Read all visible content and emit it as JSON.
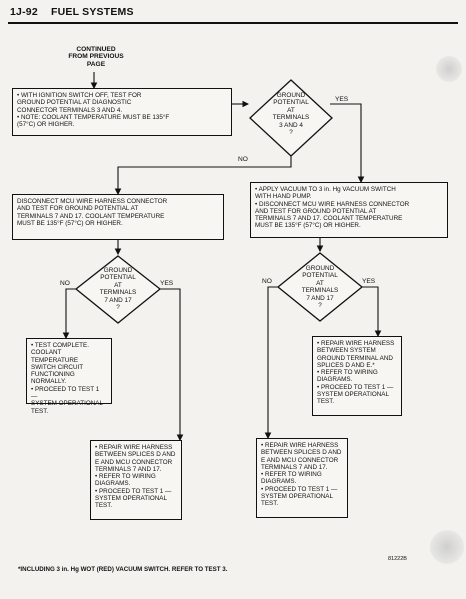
{
  "header": {
    "page_number": "1J-92",
    "section_title": "FUEL SYSTEMS"
  },
  "start": {
    "lines": [
      "CONTINUED",
      "FROM PREVIOUS",
      "PAGE"
    ]
  },
  "box1": {
    "lines": [
      "• WITH IGNITION SWITCH OFF, TEST FOR",
      "GROUND POTENTIAL AT DIAGNOSTIC",
      "CONNECTOR TERMINALS 3 AND 4.",
      "• NOTE: COOLANT TEMPERATURE MUST BE 135°F",
      "(57°C) OR HIGHER."
    ]
  },
  "decision1": {
    "lines": [
      "GROUND",
      "POTENTIAL",
      "AT",
      "TERMINALS",
      "3 AND 4",
      "?"
    ],
    "yes_label": "YES",
    "no_label": "NO"
  },
  "box_left2": {
    "lines": [
      "DISCONNECT MCU WIRE HARNESS CONNECTOR",
      "AND TEST FOR GROUND POTENTIAL AT",
      "TERMINALS 7 AND 17. COOLANT TEMPERATURE",
      "MUST BE 135°F (57°C) OR HIGHER."
    ]
  },
  "box_right2": {
    "lines": [
      "• APPLY VACUUM TO 3 in. Hg VACUUM SWITCH",
      "WITH HAND PUMP.",
      "• DISCONNECT MCU WIRE HARNESS CONNECTOR",
      "AND TEST FOR GROUND POTENTIAL AT",
      "TERMINALS 7 AND 17. COOLANT TEMPERATURE",
      "MUST BE 135°F (57°C) OR HIGHER."
    ]
  },
  "decision_left": {
    "lines": [
      "GROUND",
      "POTENTIAL",
      "AT",
      "TERMINALS",
      "7 AND 17",
      "?"
    ],
    "yes_label": "YES",
    "no_label": "NO"
  },
  "decision_right": {
    "lines": [
      "GROUND",
      "POTENTIAL",
      "AT",
      "TERMINALS",
      "7 AND 17",
      "?"
    ],
    "yes_label": "YES",
    "no_label": "NO"
  },
  "box_test_complete": {
    "lines": [
      "• TEST COMPLETE.",
      "COOLANT TEMPERATURE",
      "SWITCH CIRCUIT",
      "FUNCTIONING NORMALLY.",
      "• PROCEED TO TEST 1 —",
      "SYSTEM OPERATIONAL",
      "TEST."
    ]
  },
  "box_repair_right_yes": {
    "lines": [
      "• REPAIR WIRE HARNESS",
      "BETWEEN SYSTEM",
      "GROUND TERMINAL AND",
      "SPLICES D AND E.*",
      "• REFER TO WIRING",
      "DIAGRAMS.",
      "• PROCEED TO TEST 1 —",
      "SYSTEM OPERATIONAL",
      "TEST."
    ]
  },
  "box_repair_left_yes": {
    "lines": [
      "• REPAIR WIRE HARNESS",
      "BETWEEN SPLICES D AND",
      "E AND MCU CONNECTOR",
      "TERMINALS 7 AND 17.",
      "• REFER TO WIRING",
      "DIAGRAMS.",
      "• PROCEED TO TEST 1 —",
      "SYSTEM OPERATIONAL",
      "TEST."
    ]
  },
  "box_repair_right_no": {
    "lines": [
      "• REPAIR WIRE HARNESS",
      "BETWEEN SPLICES D AND",
      "E AND MCU CONNECTOR",
      "TERMINALS 7 AND 17.",
      "• REFER TO WIRING",
      "DIAGRAMS.",
      "• PROCEED TO TEST 1 —",
      "SYSTEM OPERATIONAL",
      "TEST."
    ]
  },
  "figure_number": "81222B",
  "footnote": "*INCLUDING 3 in. Hg WOT (RED) VACUUM SWITCH. REFER TO TEST 3."
}
